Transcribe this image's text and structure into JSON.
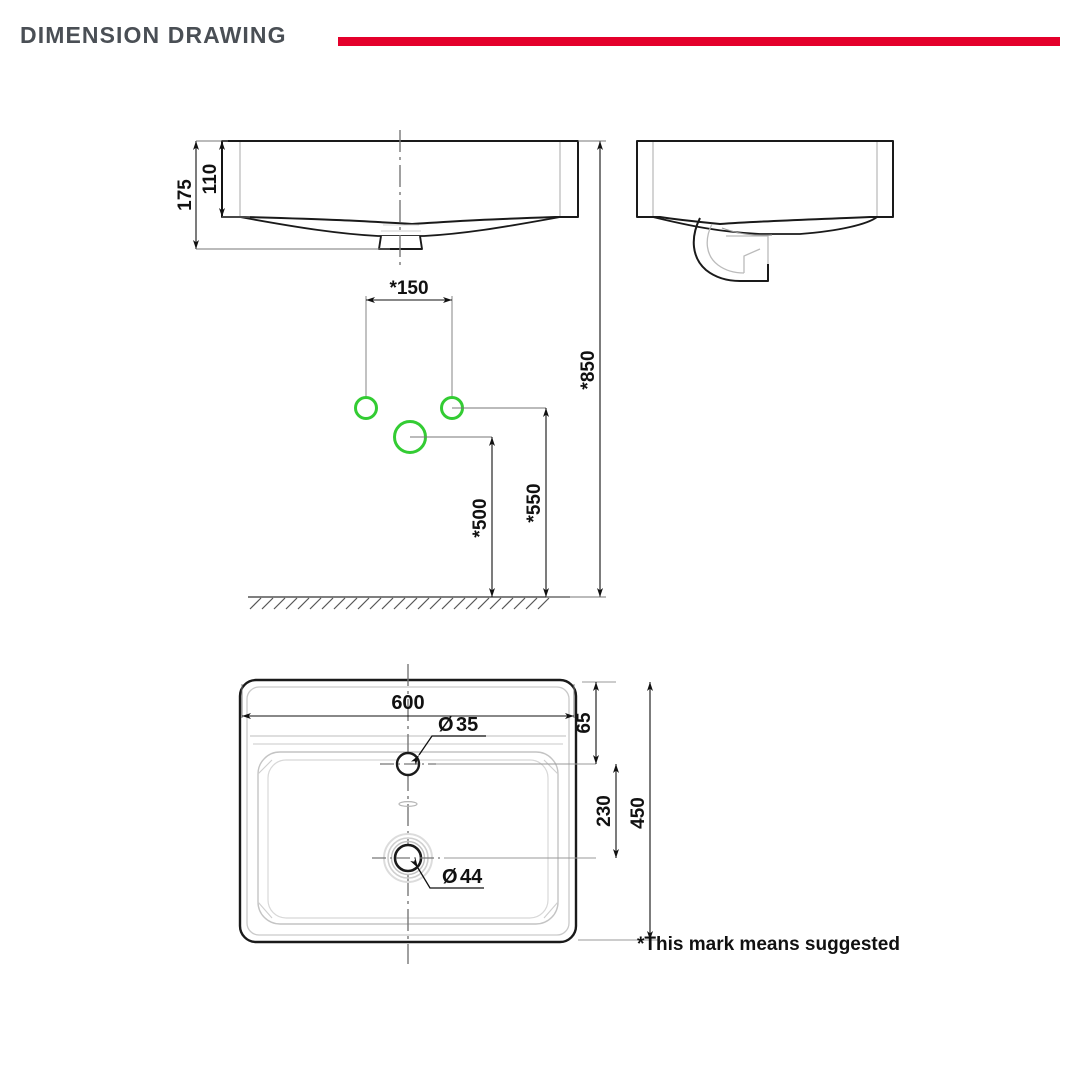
{
  "header": {
    "title": "DIMENSION DRAWING",
    "rule_color": "#e4002b",
    "title_color": "#4a4f55"
  },
  "drawing": {
    "type": "technical-dimension-drawing",
    "subject": "wash basin / lavatory",
    "units": "mm",
    "line_color": "#1a1a1a",
    "thin_line_color": "#555555",
    "ghost_line_color": "#bcbcbc",
    "accent_color": "#33cc33",
    "views": [
      {
        "id": "front-elevation",
        "label": ""
      },
      {
        "id": "side-elevation",
        "label": ""
      },
      {
        "id": "plan-view",
        "label": ""
      }
    ]
  },
  "dimensions": {
    "front_elevation": [
      {
        "name": "overall-height",
        "value": "175",
        "orientation": "vertical"
      },
      {
        "name": "bowl-depth",
        "value": "110",
        "orientation": "vertical"
      }
    ],
    "rough_in": [
      {
        "name": "supply-spacing",
        "value": "*150",
        "orientation": "horizontal"
      },
      {
        "name": "drain-height",
        "value": "*500",
        "orientation": "vertical"
      },
      {
        "name": "supply-height",
        "value": "*550",
        "orientation": "vertical"
      },
      {
        "name": "rim-height",
        "value": "*850",
        "orientation": "vertical"
      }
    ],
    "plan_view": [
      {
        "name": "overall-width",
        "value": "600",
        "orientation": "horizontal"
      },
      {
        "name": "tap-hole-setback",
        "value": "65",
        "orientation": "vertical"
      },
      {
        "name": "tap-to-drain",
        "value": "230",
        "orientation": "vertical"
      },
      {
        "name": "overall-depth",
        "value": "450",
        "orientation": "vertical"
      }
    ],
    "callouts": [
      {
        "name": "tap-hole-diameter",
        "symbol": "Ø",
        "value": "35"
      },
      {
        "name": "drain-hole-diameter",
        "symbol": "Ø",
        "value": "44"
      }
    ]
  },
  "footnote": {
    "text": "*This mark means suggested"
  }
}
